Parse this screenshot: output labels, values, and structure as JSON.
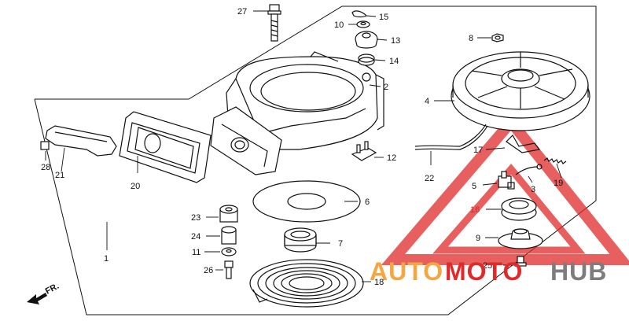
{
  "diagram": {
    "callouts": {
      "c1": "1",
      "c2": "2",
      "c3": "3",
      "c4": "4",
      "c5": "5",
      "c6": "6",
      "c7": "7",
      "c8": "8",
      "c9": "9",
      "c10": "10",
      "c11": "11",
      "c12": "12",
      "c13": "13",
      "c14": "14",
      "c15": "15",
      "c16": "16",
      "c17": "17",
      "c18": "18",
      "c19": "19",
      "c20": "20",
      "c21": "21",
      "c22": "22",
      "c23": "23",
      "c24": "24",
      "c25": "25",
      "c26": "26",
      "c27": "27",
      "c28": "28"
    },
    "direction_label": "FR."
  },
  "watermark": {
    "text_auto": "AUTO",
    "text_moto": "MOTO",
    "text_hub": "HUB",
    "color_orange": "#f4a640",
    "color_red": "#e02a2a",
    "color_grey": "#7d7d7d"
  }
}
